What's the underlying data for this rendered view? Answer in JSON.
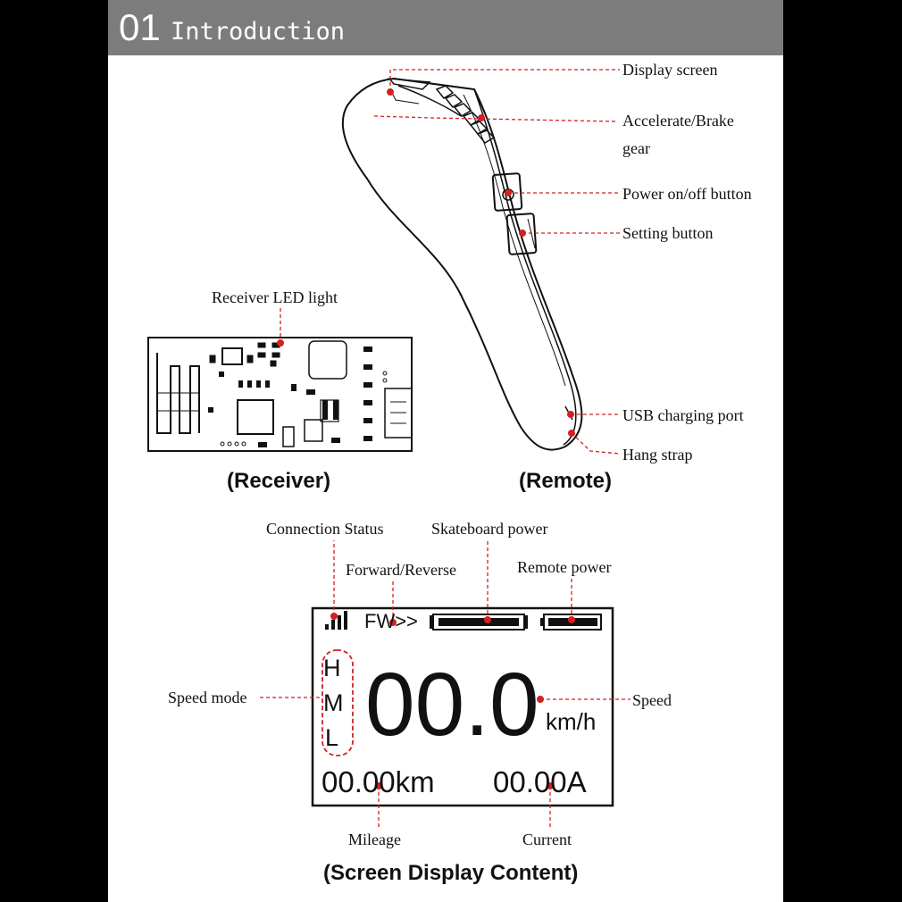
{
  "header": {
    "number": "01",
    "title": "Introduction"
  },
  "remote": {
    "caption": "(Remote)",
    "labels": {
      "display_screen": "Display screen",
      "accelerate_brake_1": "Accelerate/Brake",
      "accelerate_brake_2": "gear",
      "power_button": "Power on/off button",
      "setting_button": "Setting button",
      "usb_port": "USB charging port",
      "hang_strap": "Hang strap"
    }
  },
  "receiver": {
    "caption": "(Receiver)",
    "led_label": "Receiver LED light"
  },
  "screen": {
    "caption": "(Screen Display Content)",
    "labels": {
      "connection_status": "Connection Status",
      "skateboard_power": "Skateboard power",
      "forward_reverse": "Forward/Reverse",
      "remote_power": "Remote power",
      "speed_mode": "Speed mode",
      "speed": "Speed",
      "mileage": "Mileage",
      "current": "Current"
    },
    "display": {
      "direction": "FW>>",
      "modes": [
        "H",
        "M",
        "L"
      ],
      "speed_value": "00.0",
      "speed_unit": "km/h",
      "mileage_value": "00.00km",
      "current_value": "00.00A"
    }
  },
  "colors": {
    "header_bg": "#7c7c7c",
    "leader_red": "#d42020",
    "outline": "#111111"
  }
}
